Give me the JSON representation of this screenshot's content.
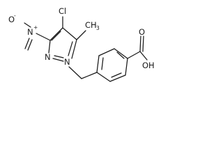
{
  "molecule": {
    "labels": {
      "chloro": "Cl",
      "methyl": "CH",
      "methyl_sub": "3",
      "nitro_o_left": "O",
      "nitro_o_minus": "-",
      "nitro_n": "N",
      "nitro_n_plus": "+",
      "ring_n2": "N",
      "ring_n1": "N",
      "acid_o": "O",
      "acid_oh": "OH"
    }
  }
}
